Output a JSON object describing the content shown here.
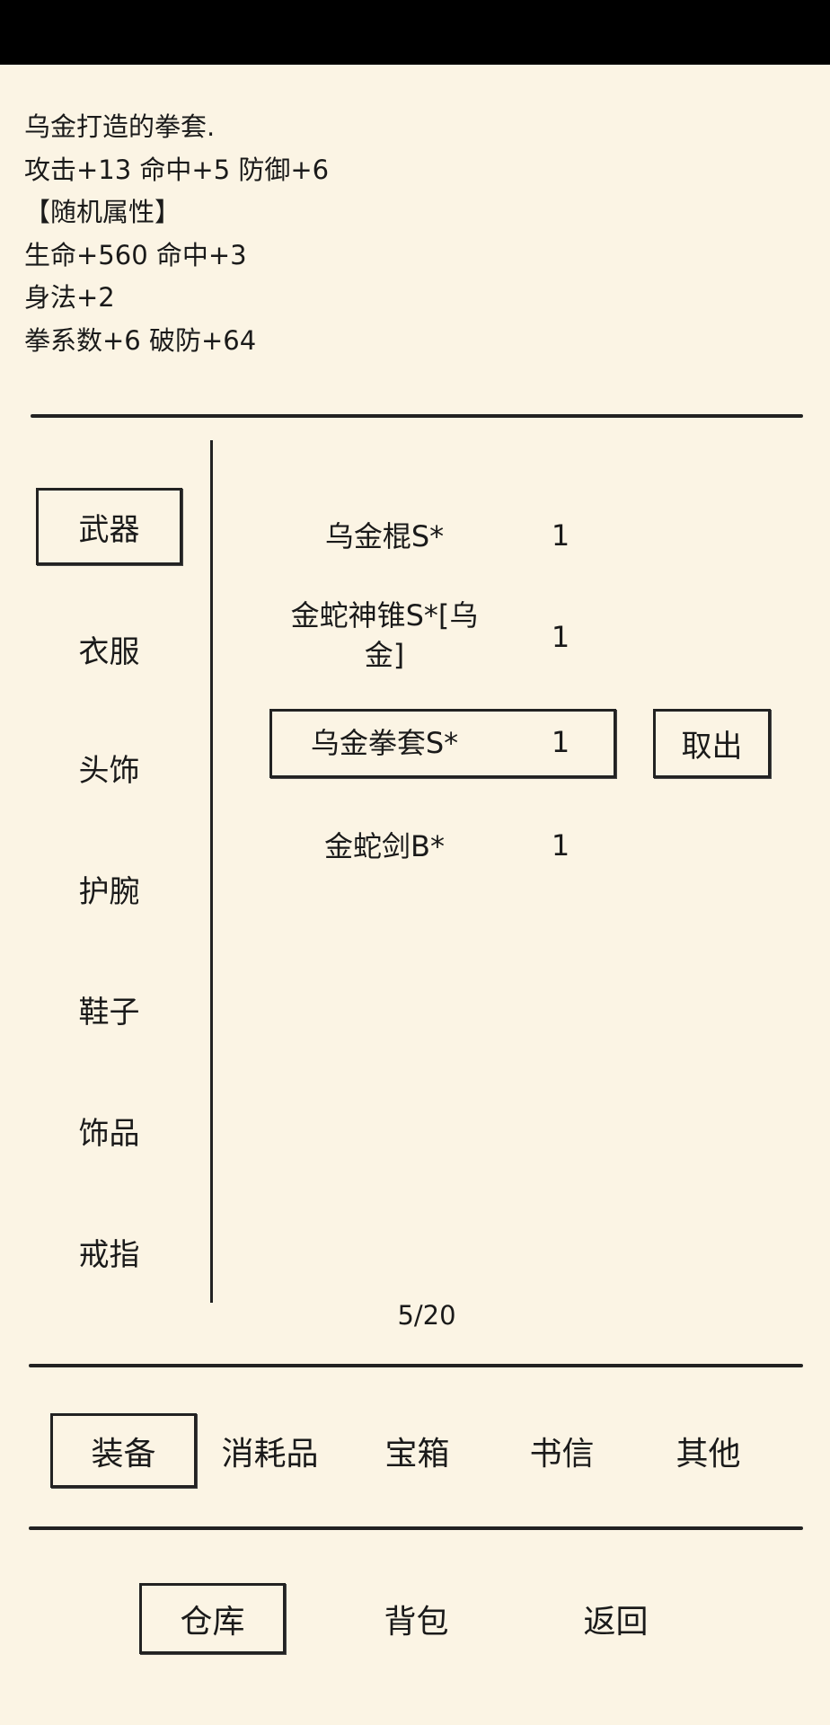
{
  "description": {
    "lines": [
      "乌金打造的拳套.",
      "攻击+13 命中+5 防御+6",
      "【随机属性】",
      "生命+560 命中+3",
      "身法+2",
      "拳系数+6 破防+64"
    ]
  },
  "categories": [
    {
      "label": "武器",
      "selected": true
    },
    {
      "label": "衣服"
    },
    {
      "label": "头饰"
    },
    {
      "label": "护腕"
    },
    {
      "label": "鞋子"
    },
    {
      "label": "饰品"
    },
    {
      "label": "戒指"
    }
  ],
  "items": [
    {
      "name": "乌金棍S*",
      "count": "1"
    },
    {
      "name": "金蛇神锥S*[乌金]",
      "count": "1"
    },
    {
      "name": "乌金拳套S*",
      "count": "1",
      "selected": true
    },
    {
      "name": "金蛇剑B*",
      "count": "1"
    }
  ],
  "take_out_label": "取出",
  "page_indicator": "5/20",
  "tabs": [
    {
      "label": "装备",
      "selected": true
    },
    {
      "label": "消耗品"
    },
    {
      "label": "宝箱"
    },
    {
      "label": "书信"
    },
    {
      "label": "其他"
    }
  ],
  "nav": [
    {
      "label": "仓库",
      "selected": true
    },
    {
      "label": "背包"
    },
    {
      "label": "返回"
    }
  ]
}
